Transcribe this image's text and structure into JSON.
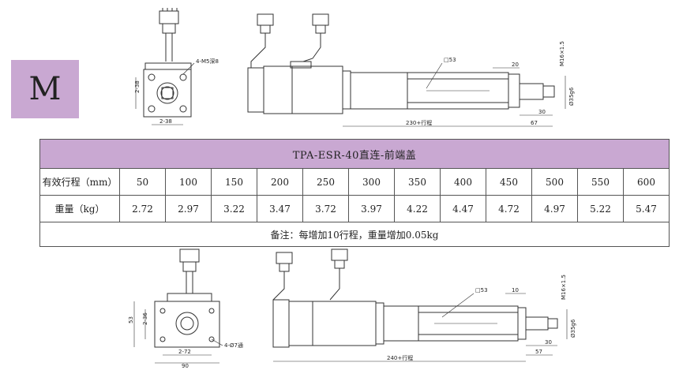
{
  "badge": {
    "letter": "M"
  },
  "table": {
    "title": "TPA-ESR-40直连-前端盖",
    "stroke_label": "有效行程（mm）",
    "weight_label": "重量（kg）",
    "strokes": [
      "50",
      "100",
      "150",
      "200",
      "250",
      "300",
      "350",
      "400",
      "450",
      "500",
      "550",
      "600"
    ],
    "weights": [
      "2.72",
      "2.97",
      "3.22",
      "3.47",
      "3.72",
      "3.97",
      "4.22",
      "4.47",
      "4.72",
      "4.97",
      "5.22",
      "5.47"
    ],
    "note": "备注：每增加10行程，重量增加0.05kg"
  },
  "drawing_top": {
    "bolt_note": "4-M5深8",
    "side_dim": "2-38",
    "bottom_dim": "2-38",
    "profile": "□53",
    "dim_20": "20",
    "thread": "M16×1.5",
    "shaft": "Ø35g6",
    "dim_30": "30",
    "length": "230+行程",
    "dim_67": "67"
  },
  "drawing_bottom": {
    "height_53": "53",
    "side_dim": "2-36",
    "bottom_dim": "2-72",
    "width_90": "90",
    "hole_note": "4-Ø7通",
    "profile": "□53",
    "dim_10": "10",
    "thread": "M16×1.5",
    "shaft": "Ø35g6",
    "dim_30": "30",
    "length": "240+行程",
    "dim_57": "57"
  }
}
